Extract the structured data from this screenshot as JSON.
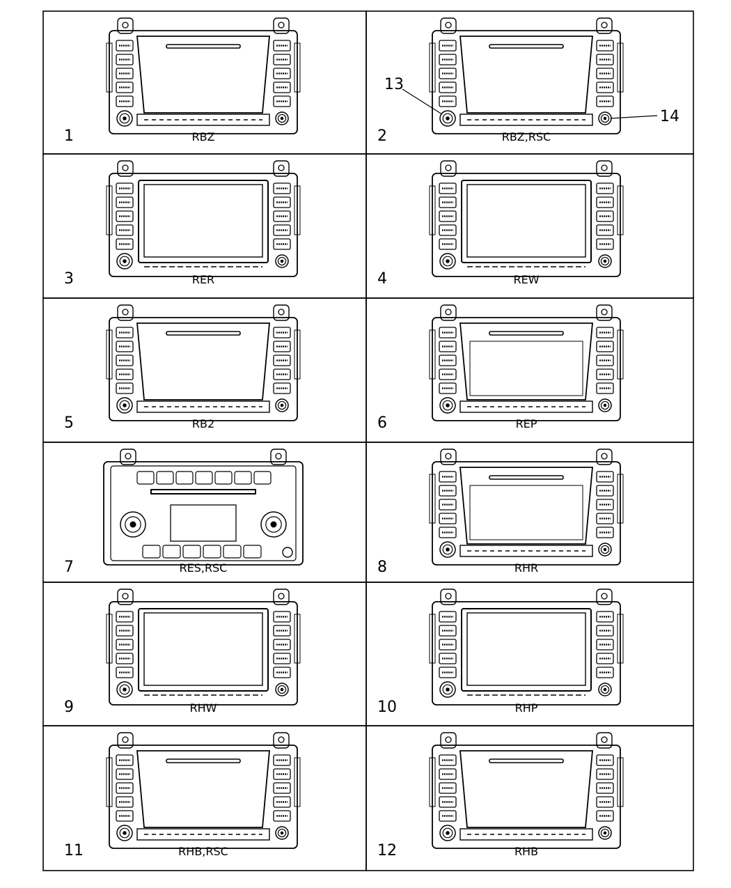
{
  "cells": [
    {
      "number": "1",
      "label": "RBZ",
      "variant": "cd"
    },
    {
      "number": "2",
      "label": "RBZ,RSC",
      "variant": "cd"
    },
    {
      "number": "3",
      "label": "RER",
      "variant": "touch"
    },
    {
      "number": "4",
      "label": "REW",
      "variant": "touch"
    },
    {
      "number": "5",
      "label": "RB2",
      "variant": "cd"
    },
    {
      "number": "6",
      "label": "REP",
      "variant": "cd2"
    },
    {
      "number": "7",
      "label": "RES,RSC",
      "variant": "classic"
    },
    {
      "number": "8",
      "label": "RHR",
      "variant": "cd2"
    },
    {
      "number": "9",
      "label": "RHW",
      "variant": "touch"
    },
    {
      "number": "10",
      "label": "RHP",
      "variant": "touch"
    },
    {
      "number": "11",
      "label": "RHB,RSC",
      "variant": "cd"
    },
    {
      "number": "12",
      "label": "RHB",
      "variant": "cd"
    }
  ],
  "callouts": [
    {
      "number": "13",
      "cell": 2,
      "points_to": "left-knob"
    },
    {
      "number": "14",
      "cell": 2,
      "points_to": "right-knob"
    }
  ],
  "colors": {
    "line": "#000000",
    "background": "#ffffff"
  }
}
